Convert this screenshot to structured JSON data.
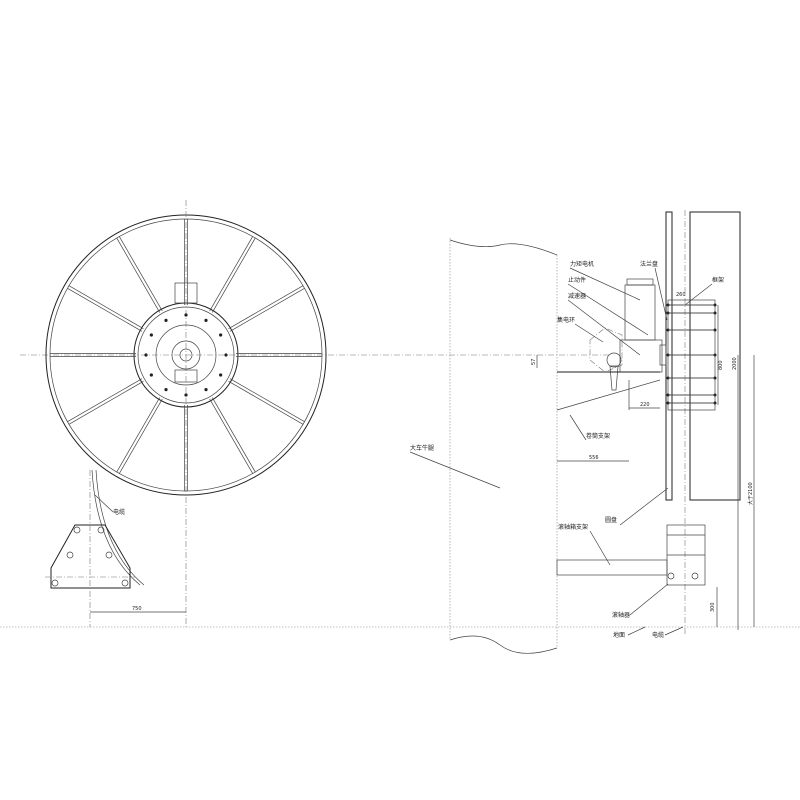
{
  "labels": {
    "cable_left": "电缆",
    "torque_motor": "力矩电机",
    "stopper": "止动件",
    "reducer": "减速器",
    "collector_ring": "集电环",
    "flange": "法兰盘",
    "frame": "框架",
    "reel_bracket": "卷筒支架",
    "crane_bracket": "大车牛腿",
    "disc": "圆盘",
    "roller_box_bracket": "滚轴箱支架",
    "roller_guide": "滚轴器",
    "ground": "地面",
    "cable_right": "电缆"
  },
  "dimensions": {
    "d750": "750",
    "d57": "57",
    "d220": "220",
    "d556": "556",
    "d260": "260",
    "d800": "800",
    "d2000": "2000",
    "d300": "300",
    "d_gt2100": "大于2100"
  }
}
